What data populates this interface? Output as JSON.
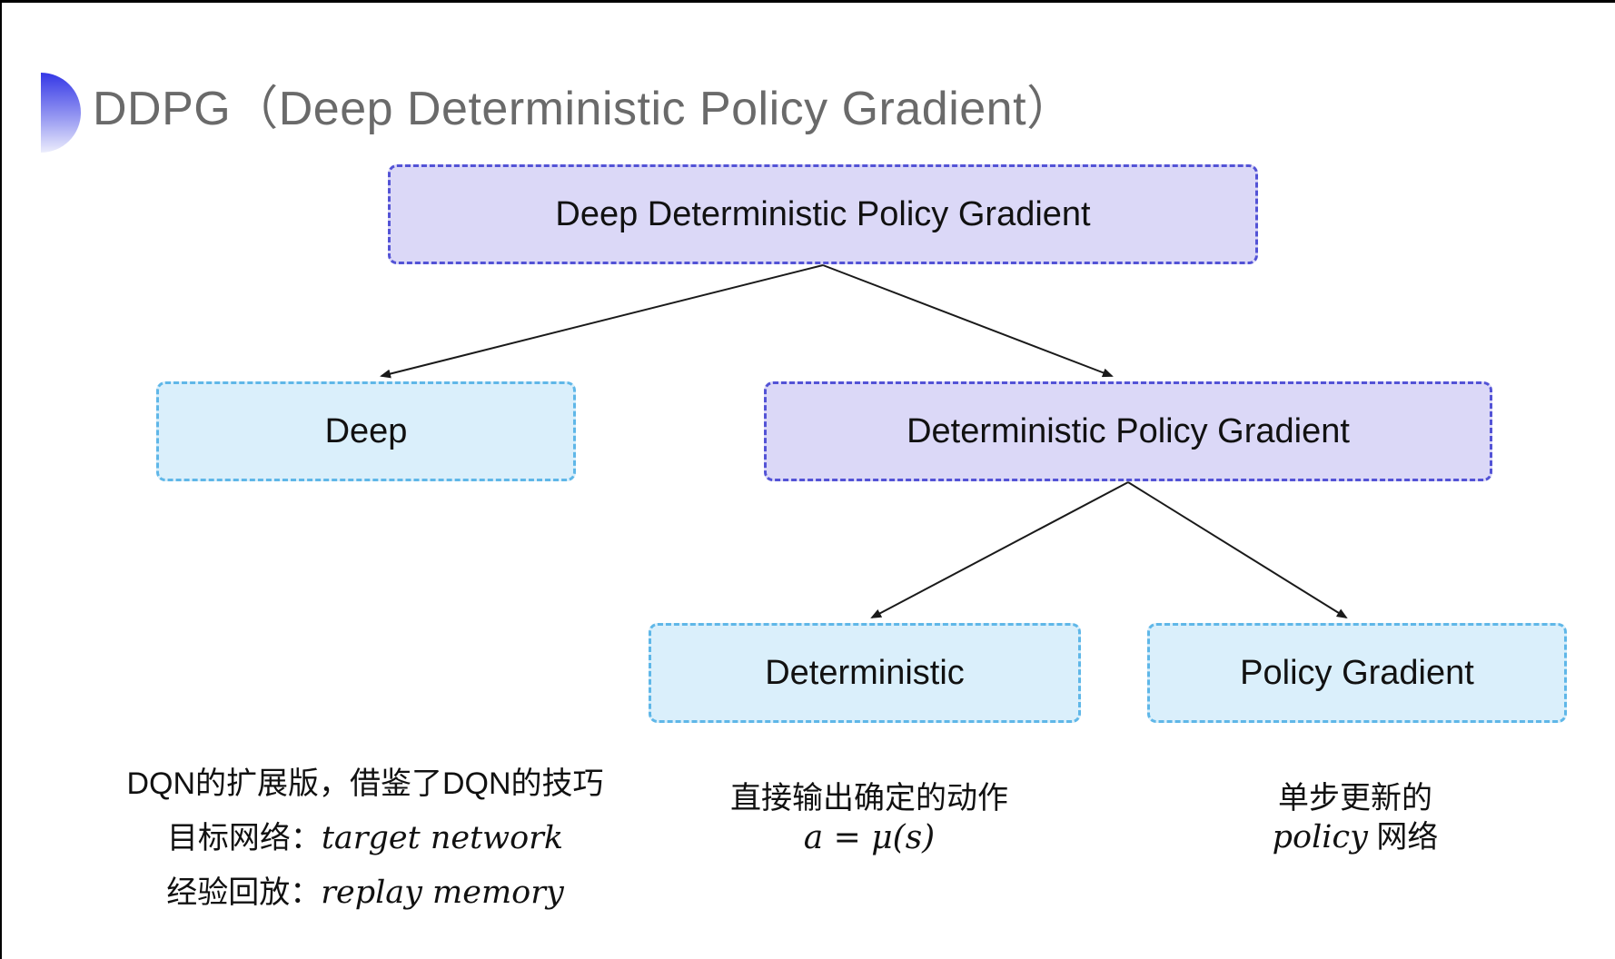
{
  "header": {
    "title": "DDPG（Deep Deterministic Policy Gradient）"
  },
  "tree": {
    "root": {
      "label": "Deep Deterministic Policy Gradient"
    },
    "deep": {
      "label": "Deep"
    },
    "dpg": {
      "label": "Deterministic Policy Gradient"
    },
    "deterministic": {
      "label": "Deterministic"
    },
    "policy_gradient": {
      "label": "Policy Gradient"
    }
  },
  "notes": {
    "deep": {
      "line1": "DQN的扩展版，借鉴了DQN的技巧",
      "line2_label": "目标网络：",
      "line2_value": "target network",
      "line3_label": "经验回放：",
      "line3_value": "replay memory"
    },
    "deterministic": {
      "line1": "直接输出确定的动作",
      "formula": "a = μ(s)"
    },
    "policy_gradient": {
      "line1": "单步更新的",
      "line2_italic": "policy",
      "line2_rest": " 网络"
    }
  },
  "colors": {
    "purple_fill": "#dbd8f7",
    "purple_border": "#5353d6",
    "cyan_fill": "#daeffb",
    "cyan_border": "#5fb7e8",
    "title_gray": "#6a6a6a",
    "arrow_black": "#1a1a1a",
    "logo_gradient_top": "#3437e6",
    "logo_gradient_bottom": "#ecedfc"
  }
}
